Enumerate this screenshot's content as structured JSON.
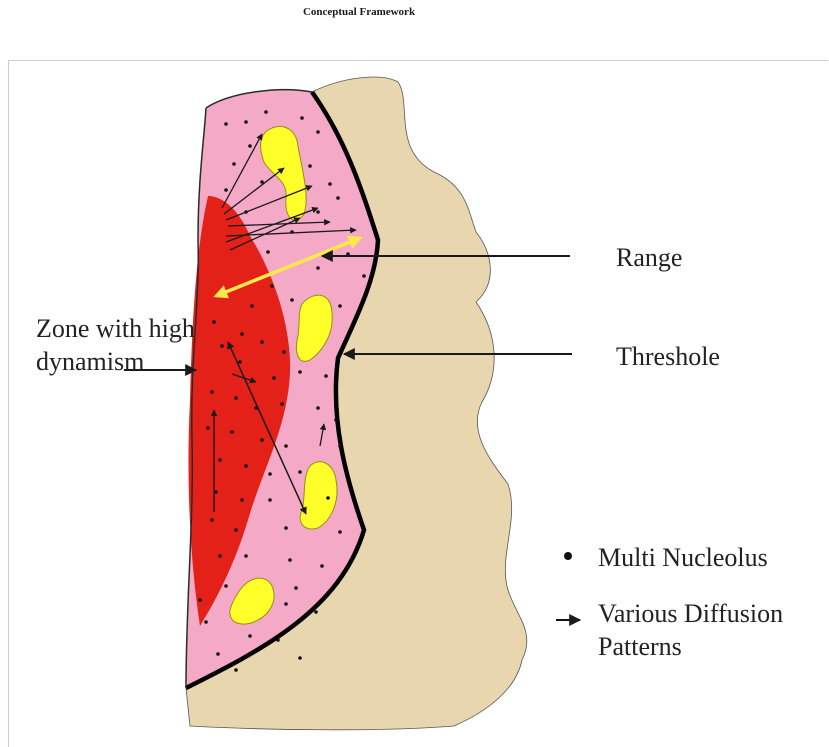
{
  "header": {
    "title": "Conceptual Framework"
  },
  "labels": {
    "range": "Range",
    "threshole": "Threshole",
    "zone": "Zone with high dynamism"
  },
  "legend": {
    "multi_nucleolus": "Multi Nucleolus",
    "diffusion": "Various Diffusion Patterns"
  },
  "colors": {
    "land": "#e8d6ae",
    "influence_zone": "#f4aac6",
    "high_dynamism_zone": "#e32119",
    "nucleus_patch": "#ffff2a",
    "range_arrow": "#ffe94a",
    "boundary": "#000000"
  }
}
